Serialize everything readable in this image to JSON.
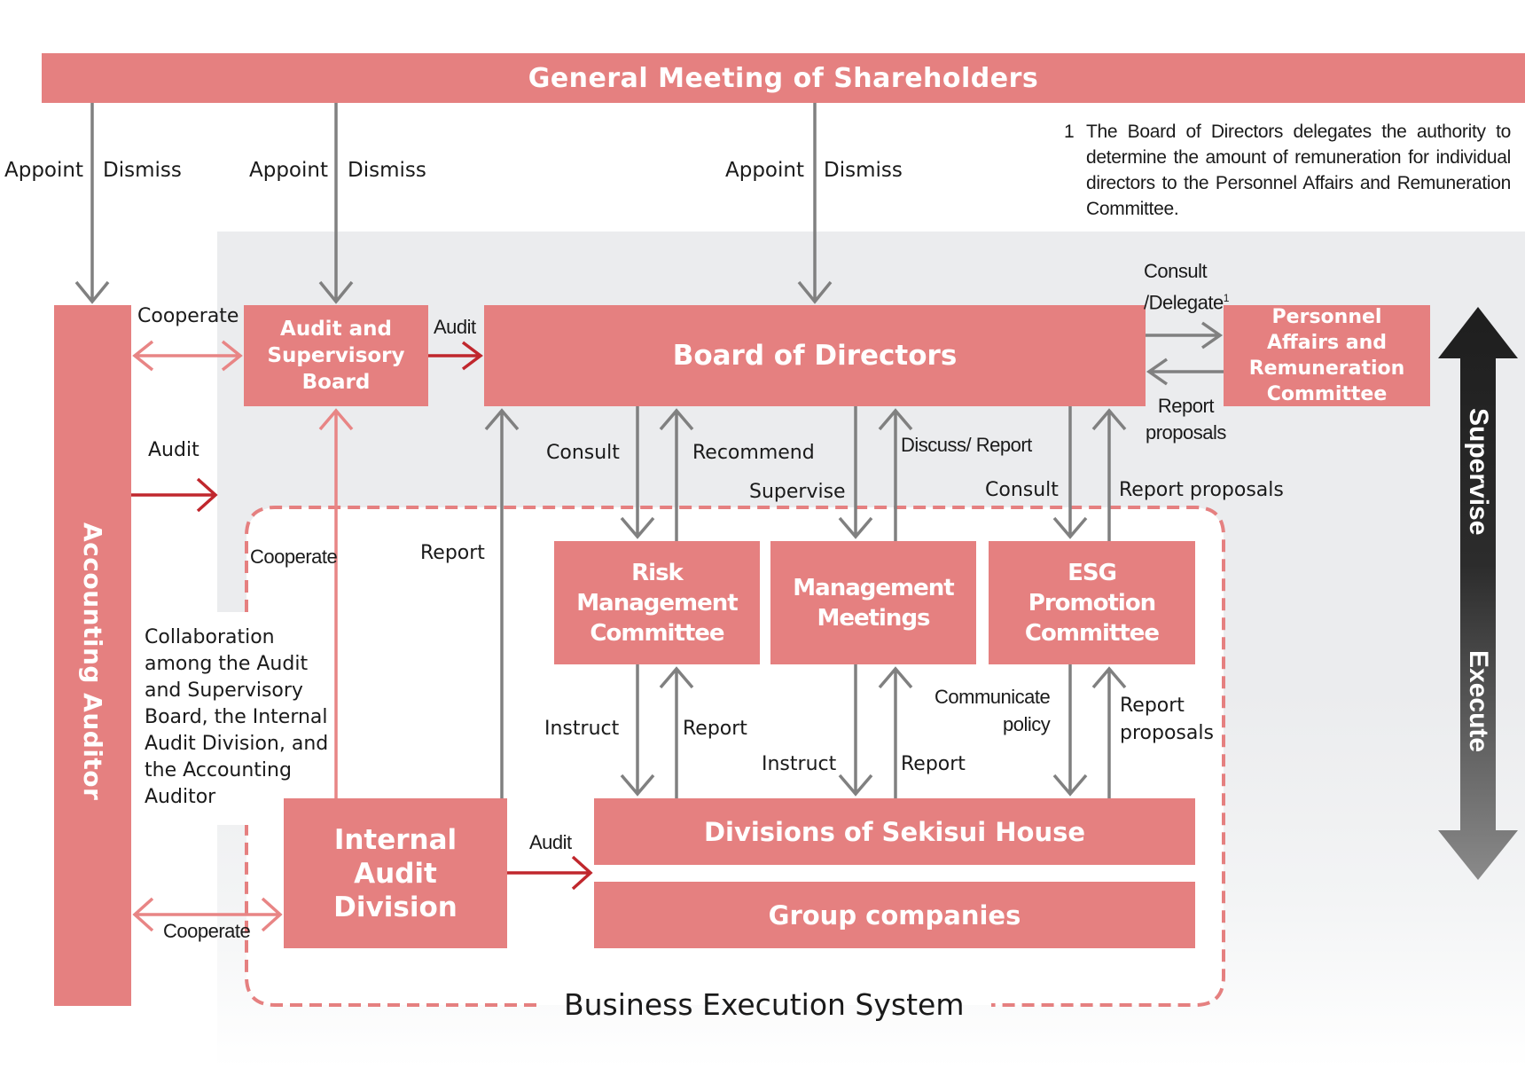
{
  "title": "Corporate Governance Structure",
  "colors": {
    "box": "#e58080",
    "gray_arrow": "#808080",
    "audit_arrow": "#c0272d",
    "cooperate_arrow": "#e88585",
    "panel_bg": "#ebecee",
    "dashed_border": "#e58080"
  },
  "banner": {
    "label": "General Meeting of Shareholders"
  },
  "appoint_dismiss": [
    {
      "appoint": "Appoint",
      "dismiss": "Dismiss",
      "target": "Accounting Auditor"
    },
    {
      "appoint": "Appoint",
      "dismiss": "Dismiss",
      "target": "Audit and Supervisory Board"
    },
    {
      "appoint": "Appoint",
      "dismiss": "Dismiss",
      "target": "Board of Directors"
    }
  ],
  "footnote": {
    "number": "1",
    "text": "The Board of Directors delegates the authority to determine the amount of remuneration for individual directors to the Personnel Affairs and Remuneration Committee."
  },
  "boxes": {
    "accounting_auditor": "Accounting Auditor",
    "audit_supervisory_board": [
      "Audit and",
      "Supervisory",
      "Board"
    ],
    "board_of_directors": "Board of Directors",
    "personnel_committee": [
      "Personnel",
      "Affairs and",
      "Remuneration",
      "Committee"
    ],
    "risk_committee": [
      "Risk",
      "Management",
      "Committee"
    ],
    "management_meetings": [
      "Management",
      "Meetings"
    ],
    "esg_committee": [
      "ESG",
      "Promotion",
      "Committee"
    ],
    "internal_audit": [
      "Internal",
      "Audit",
      "Division"
    ],
    "divisions": "Divisions of Sekisui House",
    "group_companies": "Group companies"
  },
  "labels": {
    "cooperate_top": "Cooperate",
    "audit_asb_to_board": "Audit",
    "audit_accounting": "Audit",
    "consult_delegate": "Consult",
    "consult_delegate_2": "/Delegate",
    "footnote_ref": "1",
    "report_proposals_par_1": "Report",
    "report_proposals_par_2": "proposals",
    "consult_risk": "Consult",
    "recommend": "Recommend",
    "supervise_mm": "Supervise",
    "discuss_report": "Discuss/ Report",
    "consult_esg": "Consult",
    "report_proposals_esg": "Report proposals",
    "cooperate_inner": "Cooperate",
    "report_internal": "Report",
    "collaboration_note": [
      "Collaboration",
      "among the Audit",
      "and Supervisory",
      "Board, the Internal",
      "Audit Division, and",
      "the Accounting",
      "Auditor"
    ],
    "instruct_risk": "Instruct",
    "report_risk": "Report",
    "instruct_mm": "Instruct",
    "report_mm": "Report",
    "communicate_policy_1": "Communicate",
    "communicate_policy_2": "policy",
    "report_proposals_div_1": "Report",
    "report_proposals_div_2": "proposals",
    "audit_internal": "Audit",
    "cooperate_bottom": "Cooperate",
    "business_execution_system": "Business Execution System"
  },
  "side_arrow": {
    "top": "Supervise",
    "bottom": "Execute"
  }
}
